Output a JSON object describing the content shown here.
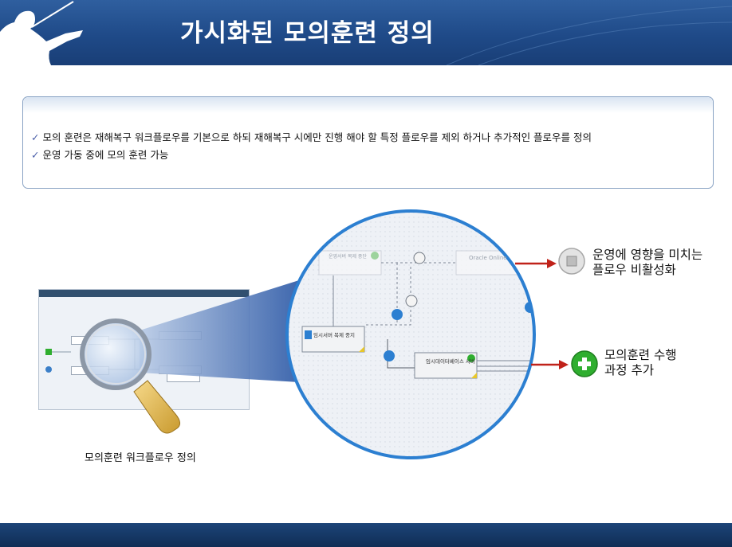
{
  "header": {
    "title": "가시화된 모의훈련 정의"
  },
  "info": {
    "items": [
      "모의 훈련은 재해복구 워크플로우를 기본으로 하되 재해복구 시에만 진행 해야 할 특정 플로우를 제외 하거나 추가적인 플로우를 정의",
      "운영 가동 중에 모의 훈련 가능"
    ]
  },
  "workflow": {
    "nodes": [
      "운영서버 복제 중단",
      "Oracle Online",
      "임시서버 복제 중지",
      "임시데이터베이스 서버"
    ]
  },
  "annotations": {
    "disable": {
      "line1": "운영에 영향을 미치는",
      "line2": "플로우  비활성화"
    },
    "add": {
      "line1": "모의훈련 수행",
      "line2": "과정 추가"
    }
  },
  "caption": "모의훈련 워크플로우 정의",
  "colors": {
    "header": "#1f4a88",
    "accent_blue": "#2c7fd1",
    "arrow_red": "#c0221a",
    "add_green": "#2fae2f"
  },
  "icons": [
    "conductor-silhouette-icon",
    "magnifier-icon",
    "disable-icon",
    "add-icon",
    "cursor-hand-icon",
    "checkmark-icon"
  ]
}
